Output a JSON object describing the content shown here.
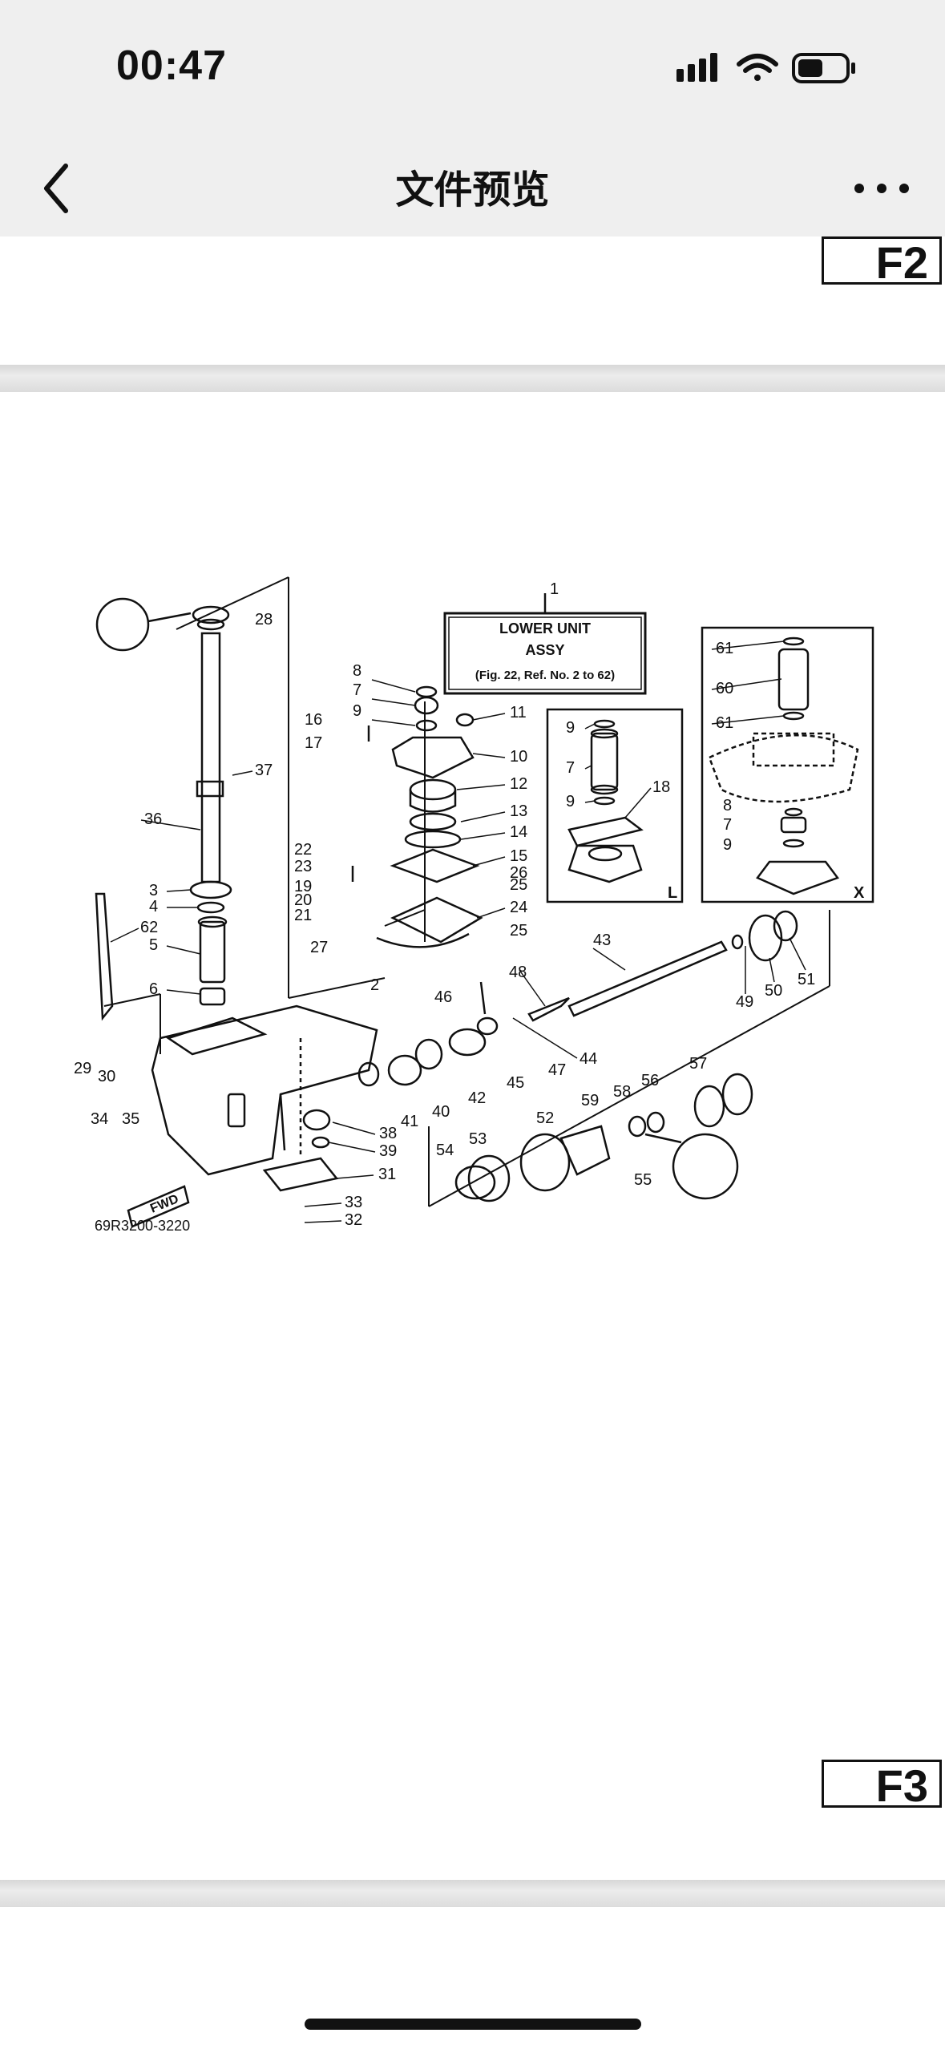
{
  "status_bar": {
    "time": "00:47"
  },
  "nav": {
    "title": "文件预览"
  },
  "page_tags": {
    "top": "F2",
    "bottom": "F3"
  },
  "diagram": {
    "part_code": "69R3200-3220",
    "box_title_line1": "LOWER UNIT",
    "box_title_line2": "ASSY",
    "box_title_line3": "(Fig. 22, Ref. No. 2 to 62)",
    "inset_l_label": "L",
    "inset_x_label": "X",
    "fwd_label": "FWD",
    "callouts": [
      "1",
      "2",
      "3",
      "4",
      "5",
      "6",
      "7",
      "8",
      "9",
      "10",
      "11",
      "12",
      "13",
      "14",
      "15",
      "16",
      "17",
      "18",
      "19",
      "20",
      "21",
      "22",
      "23",
      "24",
      "25",
      "26",
      "27",
      "28",
      "29",
      "30",
      "31",
      "32",
      "33",
      "34",
      "35",
      "36",
      "37",
      "38",
      "39",
      "40",
      "41",
      "42",
      "43",
      "44",
      "45",
      "46",
      "47",
      "48",
      "49",
      "50",
      "51",
      "52",
      "53",
      "54",
      "55",
      "56",
      "57",
      "58",
      "59",
      "60",
      "61",
      "62"
    ]
  }
}
